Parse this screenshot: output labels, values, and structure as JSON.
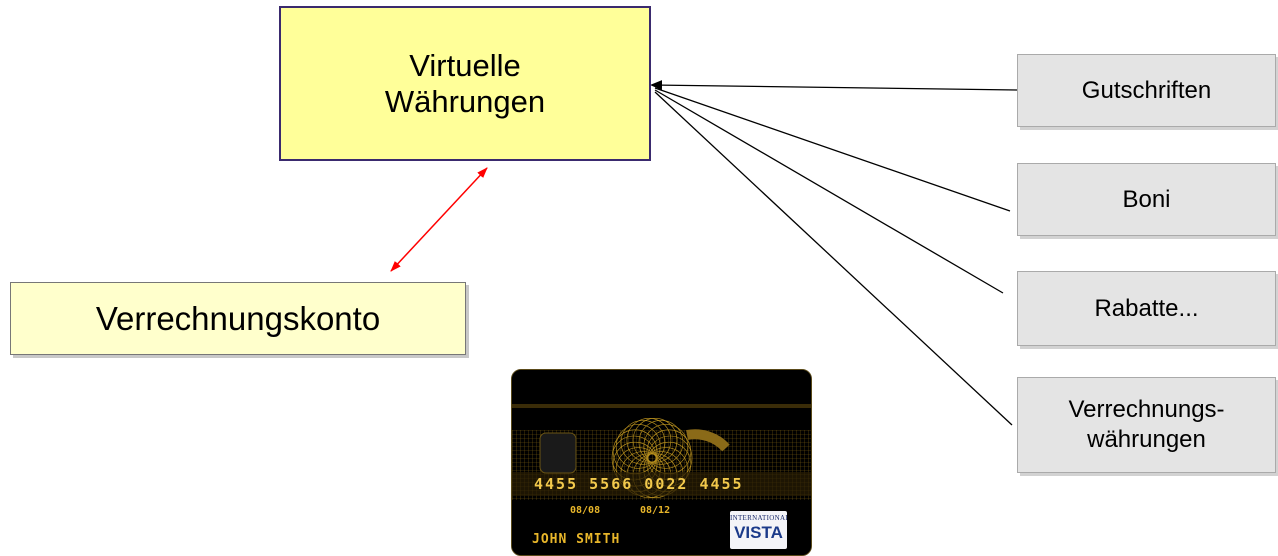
{
  "main_box": {
    "line1": "Virtuelle",
    "line2": "Währungen"
  },
  "account_box": {
    "label": "Verrechnungskonto"
  },
  "side_boxes": {
    "credits": "Gutschriften",
    "bonus": "Boni",
    "discounts": "Rabatte...",
    "clearing_line1": "Verrechnungs-",
    "clearing_line2": "währungen"
  },
  "card": {
    "number": "4455 5566 0022 4455",
    "valid_from": "08/08",
    "valid_to": "08/12",
    "holder": "JOHN SMITH",
    "logo_small": "INTERNATIONAL",
    "logo_brand": "VISTA"
  },
  "colors": {
    "main_box_fill": "#ffff99",
    "account_box_fill": "#ffffcc",
    "side_box_fill": "#e4e4e4",
    "double_arrow": "#ff0000",
    "card_gold": "#e8b62a"
  }
}
